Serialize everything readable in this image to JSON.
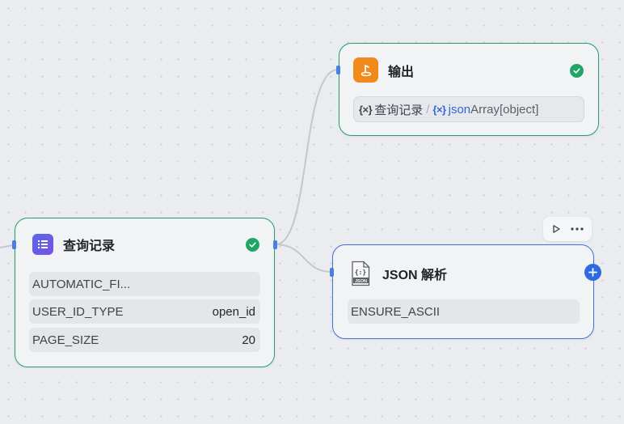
{
  "nodes": {
    "query": {
      "title": "查询记录",
      "fields": [
        {
          "name": "AUTOMATIC_FI...",
          "value": ""
        },
        {
          "name": "USER_ID_TYPE",
          "value": "open_id"
        },
        {
          "name": "PAGE_SIZE",
          "value": "20"
        }
      ],
      "status": "success",
      "icon": "list-icon"
    },
    "output": {
      "title": "输出",
      "status": "success",
      "icon": "output-icon",
      "variable": {
        "badge": "{×}",
        "source": "查询记录",
        "separator": "/",
        "badge2": "{×}",
        "field": "json",
        "type": "Array[object]"
      }
    },
    "json_parse": {
      "title": "JSON 解析",
      "fields": [
        {
          "name": "ENSURE_ASCII",
          "value": ""
        }
      ],
      "icon": "json-file-icon",
      "toolbar": [
        "play-icon",
        "more-icon"
      ],
      "add": "plus-icon"
    }
  },
  "colors": {
    "success": "#22a06b",
    "selected": "#4173d4",
    "output_icon_bg": "#f08a1c",
    "query_icon_bg": "#5b63e6",
    "variable_blue": "#2f67d8"
  }
}
